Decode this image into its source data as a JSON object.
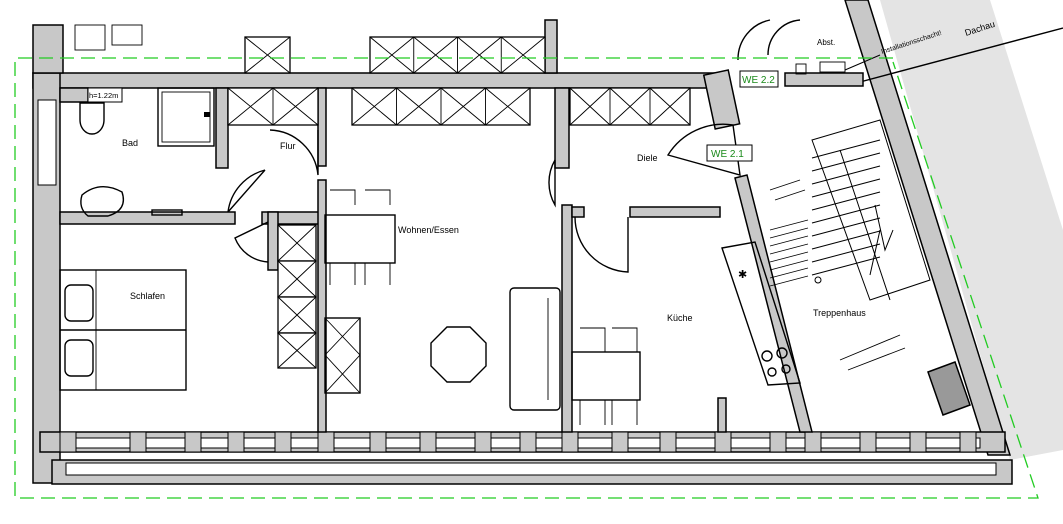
{
  "plan": {
    "rooms": {
      "bad": "Bad",
      "flur": "Flur",
      "wohnen": "Wohnen/Essen",
      "diele": "Diele",
      "schlafen": "Schlafen",
      "kueche": "Küche",
      "treppenhaus": "Treppenhaus",
      "abst": "Abst."
    },
    "annotations": {
      "height_note": "h=1.22m",
      "installation": "Installationsschacht!",
      "dach": "Dachau"
    },
    "units": {
      "we21": "WE 2.1",
      "we22": "WE 2.2"
    },
    "colors": {
      "wall": "#c8c8c8",
      "boundary": "#22cc22",
      "unit_label": "#1a8a1a",
      "exterior": "#e4e4e4"
    }
  }
}
